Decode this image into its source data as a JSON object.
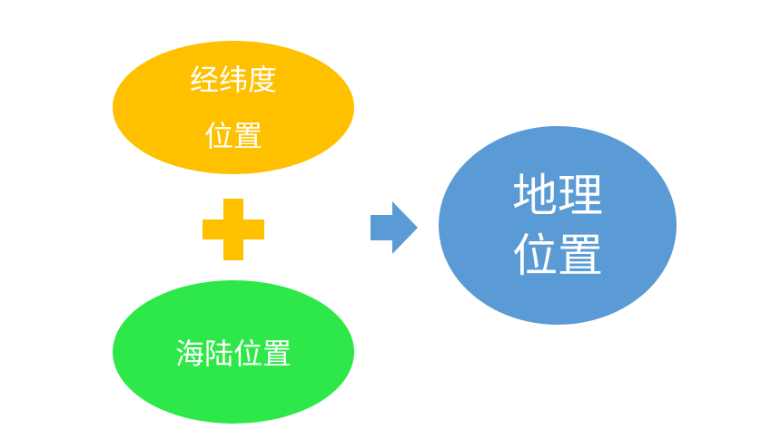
{
  "colors": {
    "lonlat_fill": "#FFC000",
    "landsea_fill": "#2EE84A",
    "geo_fill": "#5B9BD5",
    "plus_fill": "#FFC000",
    "arrow_fill": "#5B9BD5",
    "text": "#FFFFFF"
  },
  "nodes": {
    "lonlat": {
      "line1": "经纬度",
      "line2": "位置"
    },
    "landsea": {
      "line1": "海陆位置"
    },
    "geo": {
      "line1": "地理",
      "line2": "位置"
    }
  },
  "icons": {
    "plus": "plus-icon",
    "arrow": "arrow-right-icon"
  }
}
